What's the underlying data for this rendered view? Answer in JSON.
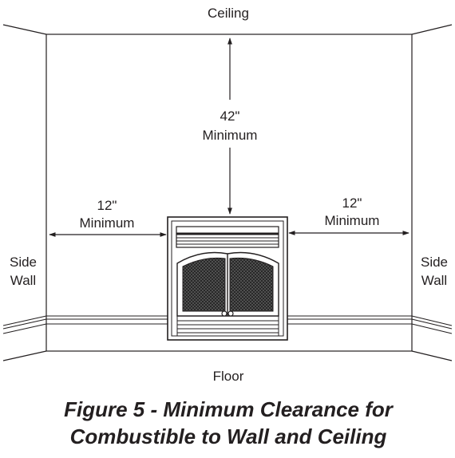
{
  "labels": {
    "ceiling": "Ceiling",
    "floor": "Floor",
    "side_wall_left_line1": "Side",
    "side_wall_left_line2": "Wall",
    "side_wall_right_line1": "Side",
    "side_wall_right_line2": "Wall"
  },
  "clearances": {
    "top_value": "42\"",
    "top_text": "Minimum",
    "left_value": "12\"",
    "left_text": "Minimum",
    "right_value": "12\"",
    "right_text": "Minimum"
  },
  "caption": {
    "line1": "Figure 5 - Minimum Clearance for",
    "line2": "Combustible to Wall and Ceiling"
  },
  "colors": {
    "ink": "#231f20",
    "mesh": "#3a3a3a",
    "background": "#ffffff"
  }
}
